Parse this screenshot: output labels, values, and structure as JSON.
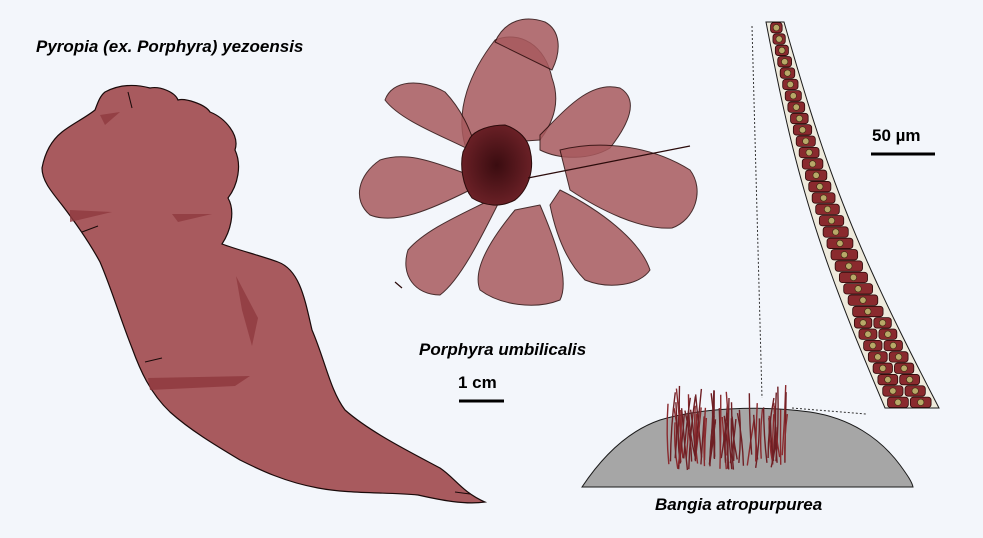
{
  "labels": {
    "pyropia": "Pyropia (ex. Porphyra) yezoensis",
    "porphyra": "Porphyra umbilicalis",
    "bangia": "Bangia atropurpurea",
    "scale_cm": "1 cm",
    "scale_um": "50 µm"
  },
  "colors": {
    "background": "#f3f6fb",
    "thallus_fill": "#a85a5e",
    "thallus_dark": "#8f3a3e",
    "holdfast": "#4a1418",
    "cell_fill": "#8a2a2e",
    "nucleus": "#b8a868",
    "filament_sheath": "#eeeadc",
    "rock": "#a6a6a6"
  },
  "icons": [
    "pyropia-thallus",
    "porphyra-rosette",
    "bangia-filament",
    "rock-substrate"
  ]
}
